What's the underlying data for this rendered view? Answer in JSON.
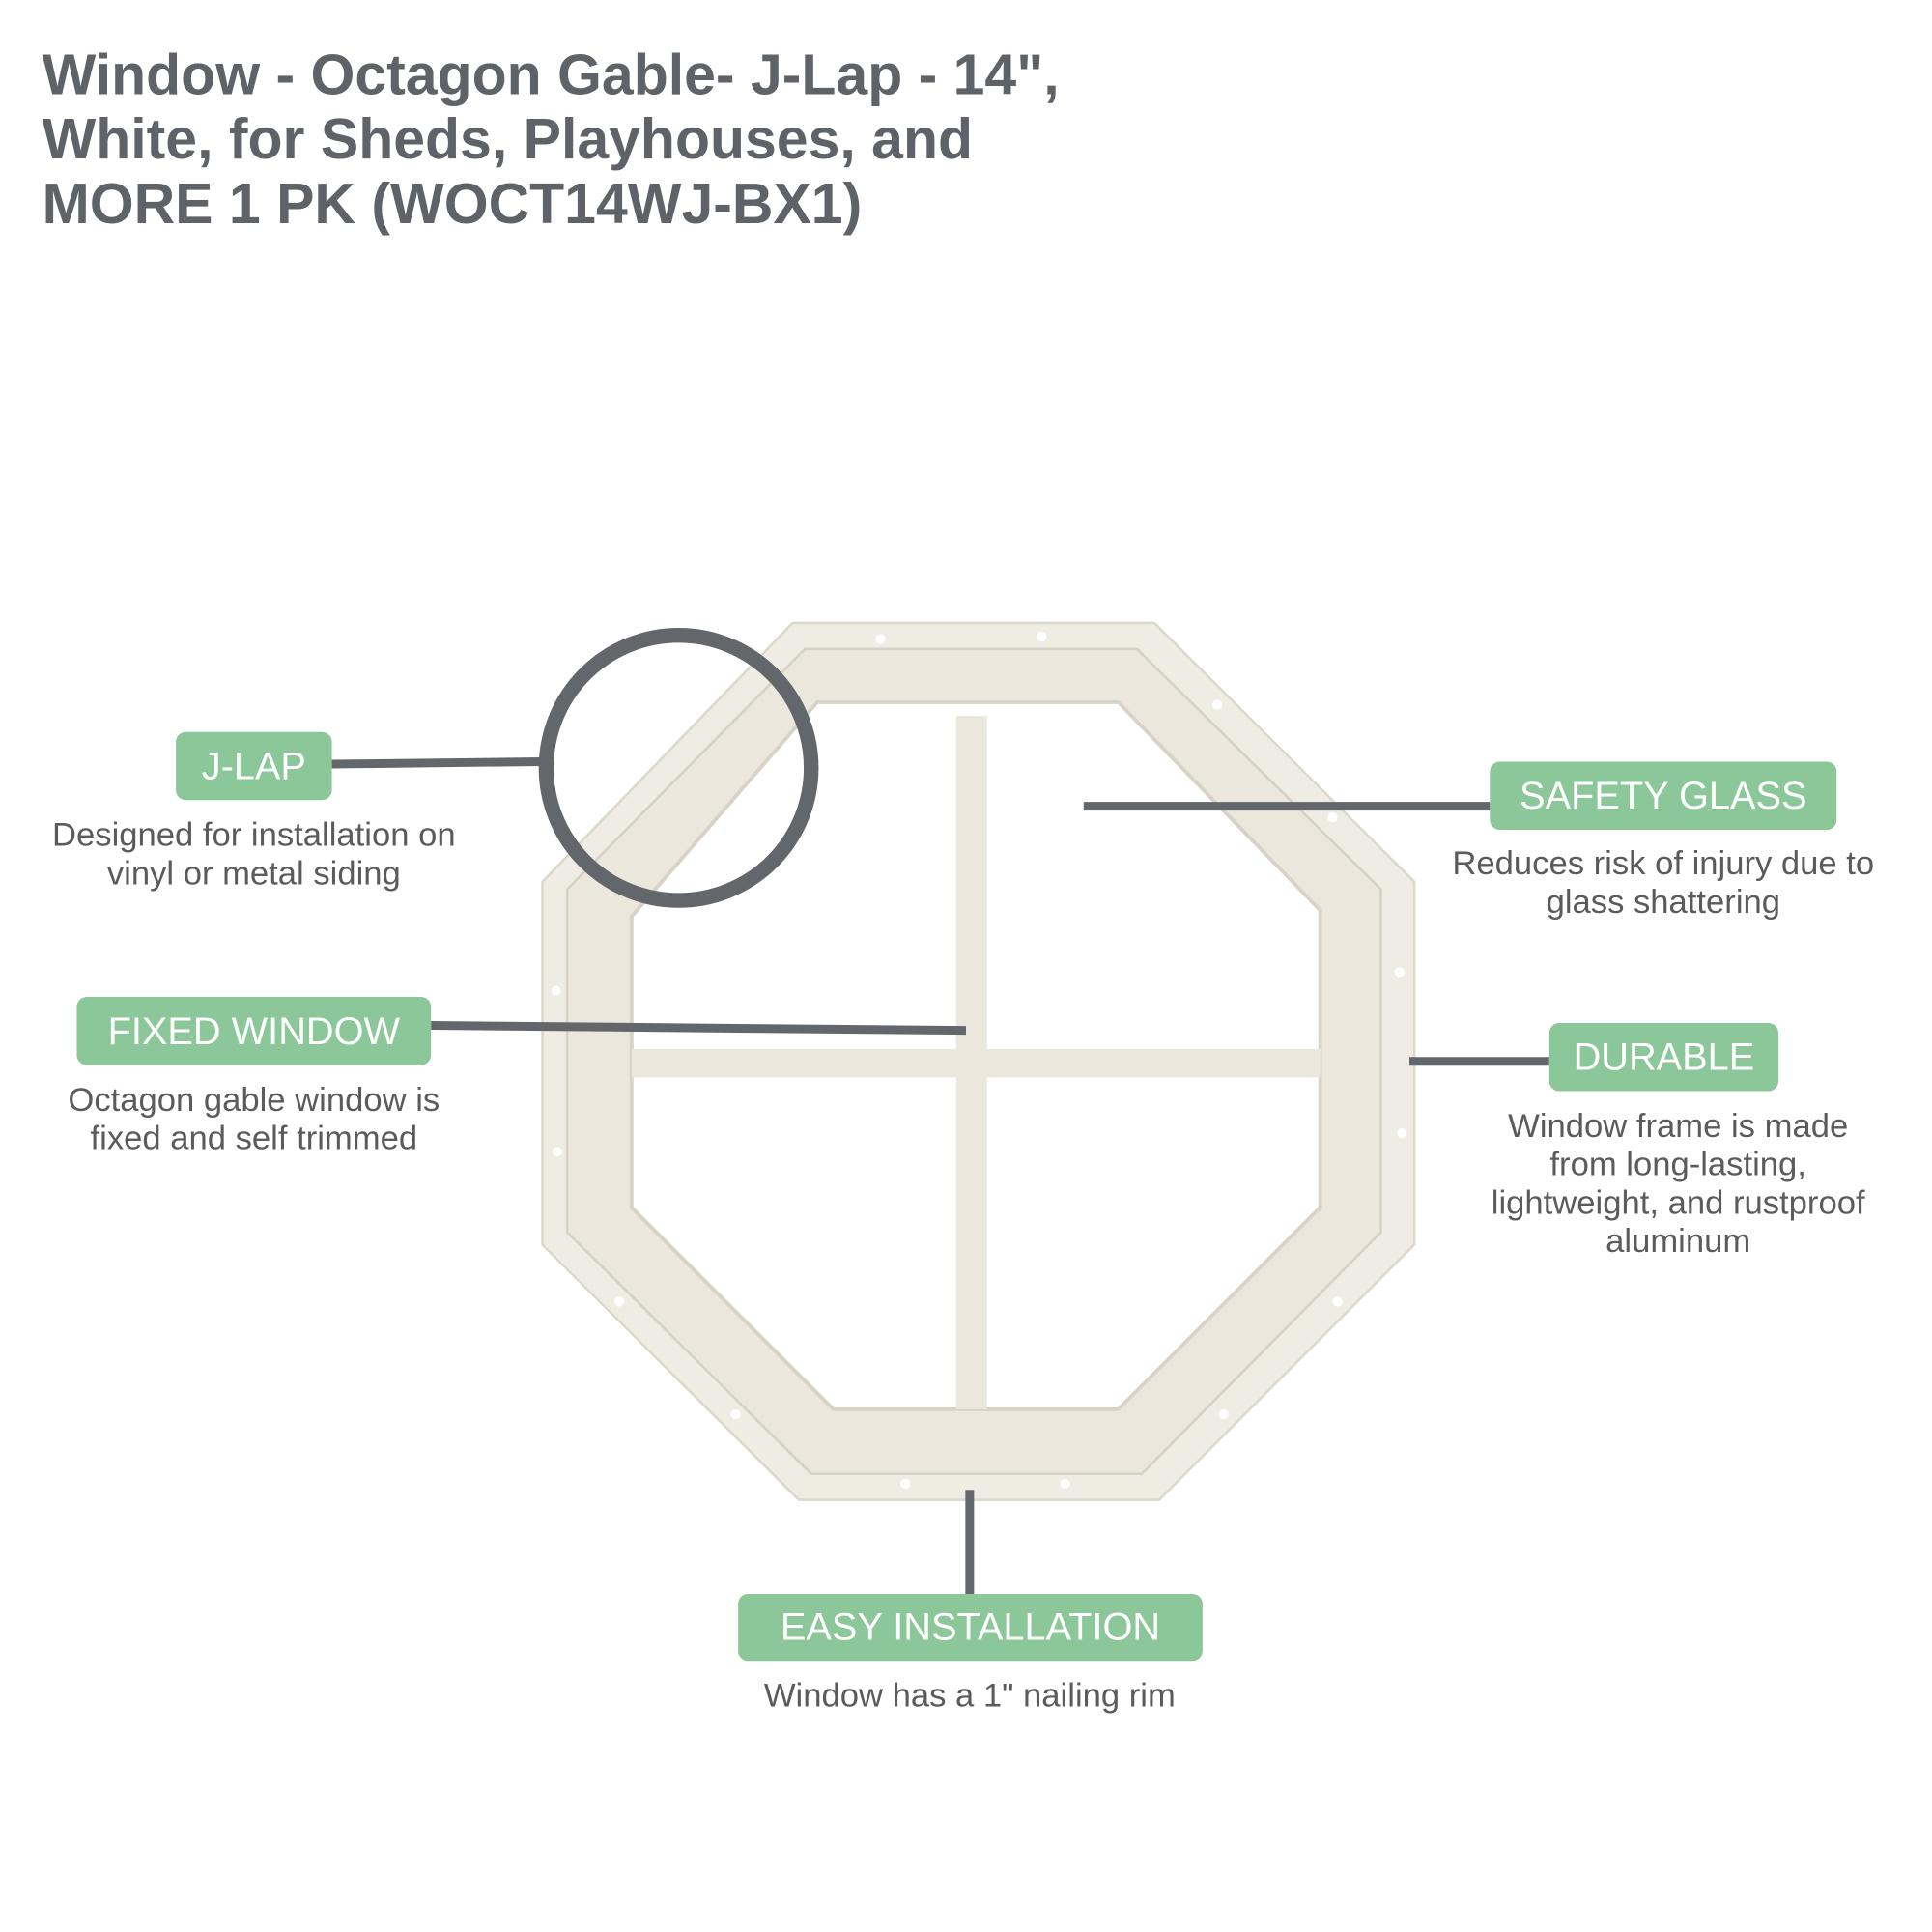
{
  "title": {
    "lines": [
      "Window - Octagon Gable- J-Lap - 14\",",
      "White, for Sheds, Playhouses, and",
      "MORE 1 PK (WOCT14WJ-BX1)"
    ]
  },
  "colors": {
    "pill": "#8cc79a",
    "callout_line": "#63676b",
    "title": "#5f6368",
    "frame": "#ece8de"
  },
  "features": [
    {
      "label": "J-LAP",
      "description": [
        "Designed for installation on",
        "vinyl or metal siding"
      ]
    },
    {
      "label": "FIXED WINDOW",
      "description": [
        "Octagon gable window is",
        "fixed and self trimmed"
      ]
    },
    {
      "label": "SAFETY GLASS",
      "description": [
        "Reduces risk of injury due to",
        "glass shattering"
      ]
    },
    {
      "label": "DURABLE",
      "description": [
        "Window frame is made",
        "from long-lasting,",
        "lightweight, and rustproof",
        "aluminum"
      ]
    },
    {
      "label": "EASY INSTALLATION",
      "description": [
        "Window has a 1\" nailing rim"
      ]
    }
  ]
}
